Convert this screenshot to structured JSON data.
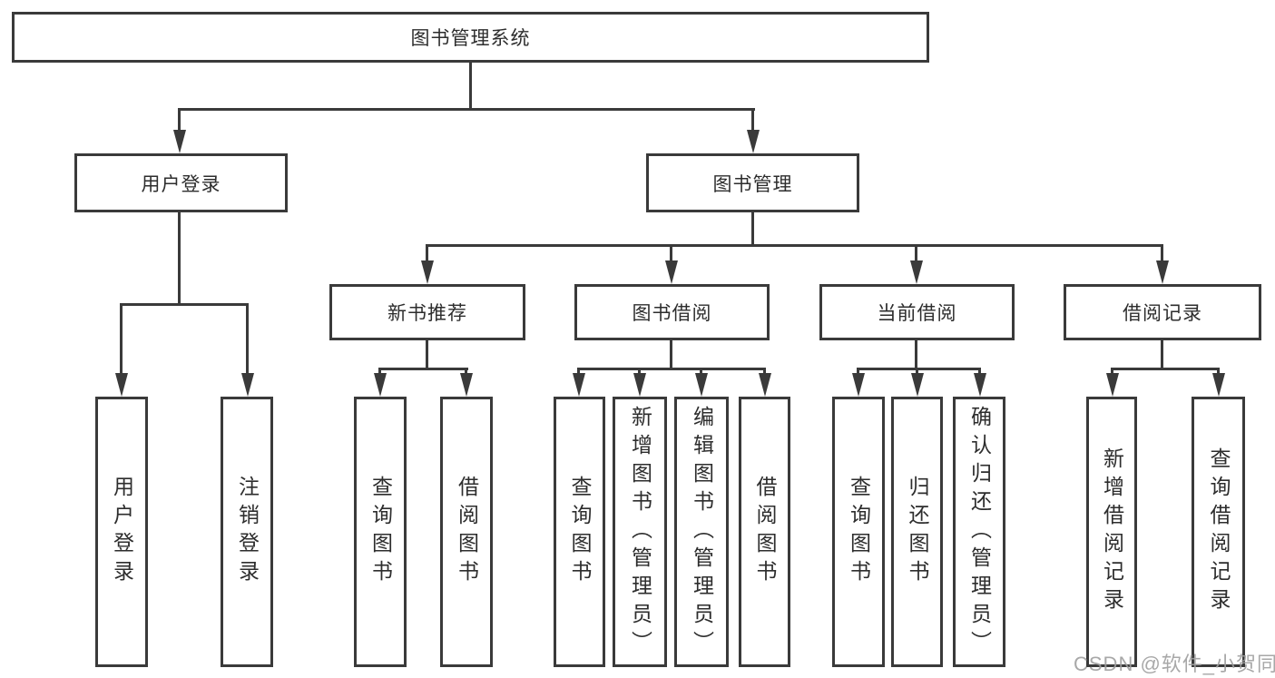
{
  "diagram": {
    "tree": {
      "label": "图书管理系统",
      "children": [
        {
          "label": "用户登录",
          "children": [
            {
              "label": "用户登录"
            },
            {
              "label": "注销登录"
            }
          ]
        },
        {
          "label": "图书管理",
          "children": [
            {
              "label": "新书推荐",
              "children": [
                {
                  "label": "查询图书"
                },
                {
                  "label": "借阅图书"
                }
              ]
            },
            {
              "label": "图书借阅",
              "children": [
                {
                  "label": "查询图书"
                },
                {
                  "label": "新增图书（管理员）"
                },
                {
                  "label": "编辑图书（管理员）"
                },
                {
                  "label": "借阅图书"
                }
              ]
            },
            {
              "label": "当前借阅",
              "children": [
                {
                  "label": "查询图书"
                },
                {
                  "label": "归还图书"
                },
                {
                  "label": "确认归还（管理员）"
                }
              ]
            },
            {
              "label": "借阅记录",
              "children": [
                {
                  "label": "新增借阅记录"
                },
                {
                  "label": "查询借阅记录"
                }
              ]
            }
          ]
        }
      ]
    },
    "watermark": {
      "text": "CSDN @软件_小贺同学"
    },
    "colors": {
      "line": "#3a3a3a",
      "text": "#2d2d2d",
      "watermark": "#9e9e9e",
      "background": "#ffffff"
    }
  }
}
